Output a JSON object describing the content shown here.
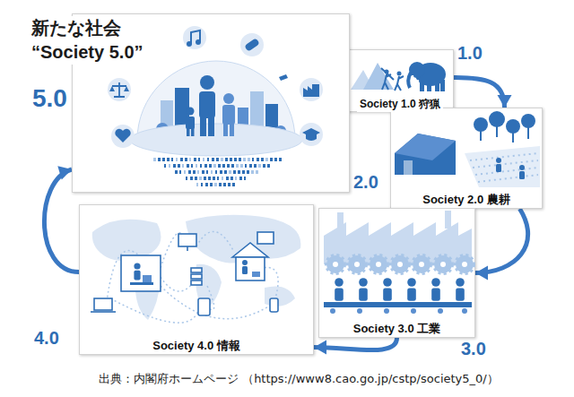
{
  "diagram": {
    "caption": "出典：内閣府ホームページ （https://www8.cao.go.jp/cstp/society5_0/）",
    "nodes": [
      {
        "text": [
          "Society 1.0 狩猟"
        ]
      },
      {
        "text": [
          "Society 2.0 農耕"
        ]
      },
      {
        "text": [
          "Society 3.0 工業"
        ]
      },
      {
        "text": [
          "Society 4.0 情報"
        ]
      },
      {
        "text": [
          "新たな社会 “Society 5.0”"
        ]
      }
    ],
    "edges": [
      {
        "from": 0,
        "to": 1,
        "arrow": "to"
      },
      {
        "from": 1,
        "to": 2,
        "arrow": "to"
      },
      {
        "from": 2,
        "to": 3,
        "arrow": "to"
      },
      {
        "from": 3,
        "to": 4,
        "arrow": "to"
      }
    ],
    "labels": [
      "1.0",
      "2.0",
      "3.0",
      "4.0",
      "5.0"
    ]
  }
}
